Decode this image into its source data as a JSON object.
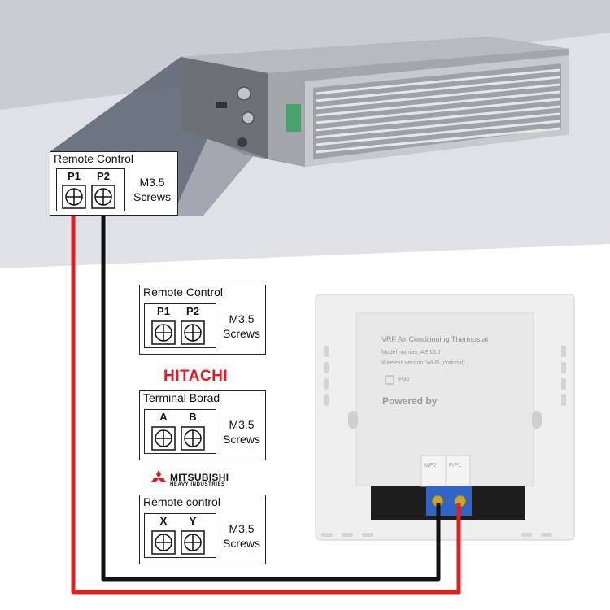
{
  "indoor_unit_box": {
    "title": "Remote Control",
    "terminals": [
      "P1",
      "P2"
    ],
    "screw_line1": "M3.5",
    "screw_line2": "Screws"
  },
  "option_boxes": [
    {
      "title": "Remote Control",
      "terminals": [
        "P1",
        "P2"
      ],
      "screw_line1": "M3.5",
      "screw_line2": "Screws"
    },
    {
      "title": "Terminal Borad",
      "terminals": [
        "A",
        "B"
      ],
      "screw_line1": "M3.5",
      "screw_line2": "Screws"
    },
    {
      "title": "Remote control",
      "terminals": [
        "X",
        "Y"
      ],
      "screw_line1": "M3.5",
      "screw_line2": "Screws"
    }
  ],
  "brands": {
    "hitachi": "HITACHI",
    "mitsubishi_main": "MITSUBISHI",
    "mitsubishi_sub": "HEAVY INDUSTRIES"
  },
  "thermostat": {
    "title": "VRF Air Conditioning Thermostat",
    "model": "Model number: AE-DLJ",
    "wireless": "Wireless version: Wi-Fi (optional)",
    "ip": "IP30",
    "powered": "Powered by",
    "terminal_left": "N/P2",
    "terminal_right": "P/P1"
  },
  "colors": {
    "wire_red": "#e0201e",
    "wire_black": "#111111",
    "brand_red": "#e21b23"
  }
}
